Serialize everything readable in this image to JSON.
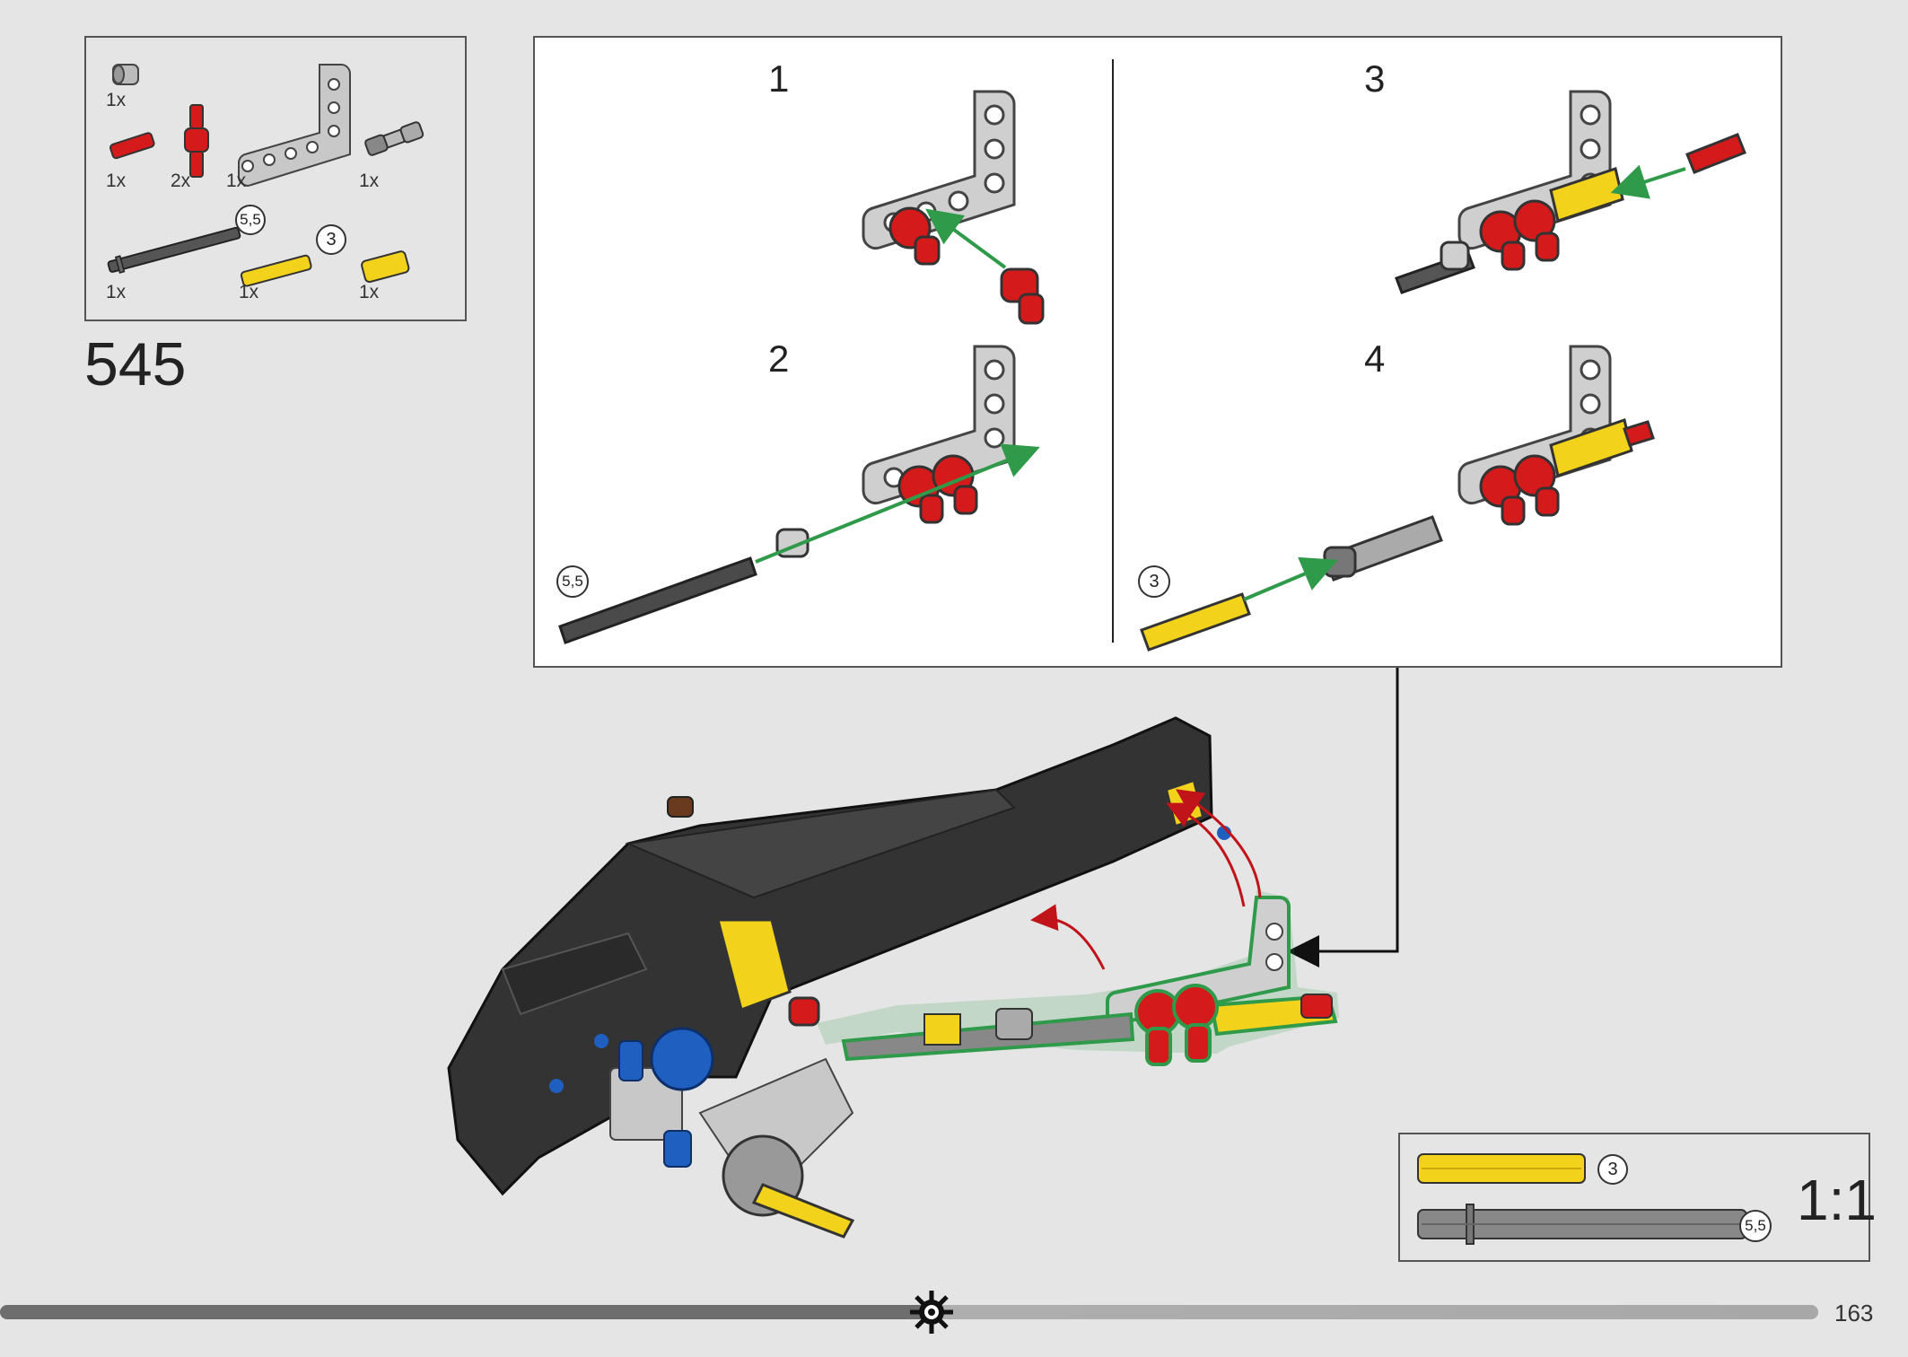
{
  "step_number": "545",
  "page_number": "163",
  "parts_list": {
    "items": [
      {
        "name": "bush-gray",
        "qty": "1x"
      },
      {
        "name": "axle-connector-red",
        "qty": "1x"
      },
      {
        "name": "axle-pin-connector-red",
        "qty": "2x"
      },
      {
        "name": "l-beam-gray",
        "qty": "1x"
      },
      {
        "name": "universal-joint",
        "qty": "1x"
      },
      {
        "name": "axle-dark-gray",
        "qty": "1x",
        "length": "5,5"
      },
      {
        "name": "axle-yellow",
        "qty": "1x",
        "length": "3"
      },
      {
        "name": "axle-connector-yellow",
        "qty": "1x"
      }
    ]
  },
  "sub_steps": [
    {
      "number": "1"
    },
    {
      "number": "2",
      "callout": "5,5"
    },
    {
      "number": "3"
    },
    {
      "number": "4",
      "callout": "3"
    }
  ],
  "scale_box": {
    "label": "1:1",
    "items": [
      {
        "name": "axle-yellow",
        "length": "3"
      },
      {
        "name": "axle-dark-gray",
        "length": "5,5"
      }
    ]
  },
  "colors": {
    "red": "#d41a1a",
    "yellow": "#f2d21a",
    "light_gray": "#b9b9b9",
    "dark_gray": "#3a3a3a",
    "green_arrow": "#2f9a4a",
    "blue": "#1f5fbf",
    "progress_dark": "#6e6e6e",
    "progress_light": "#b5b5b5"
  }
}
